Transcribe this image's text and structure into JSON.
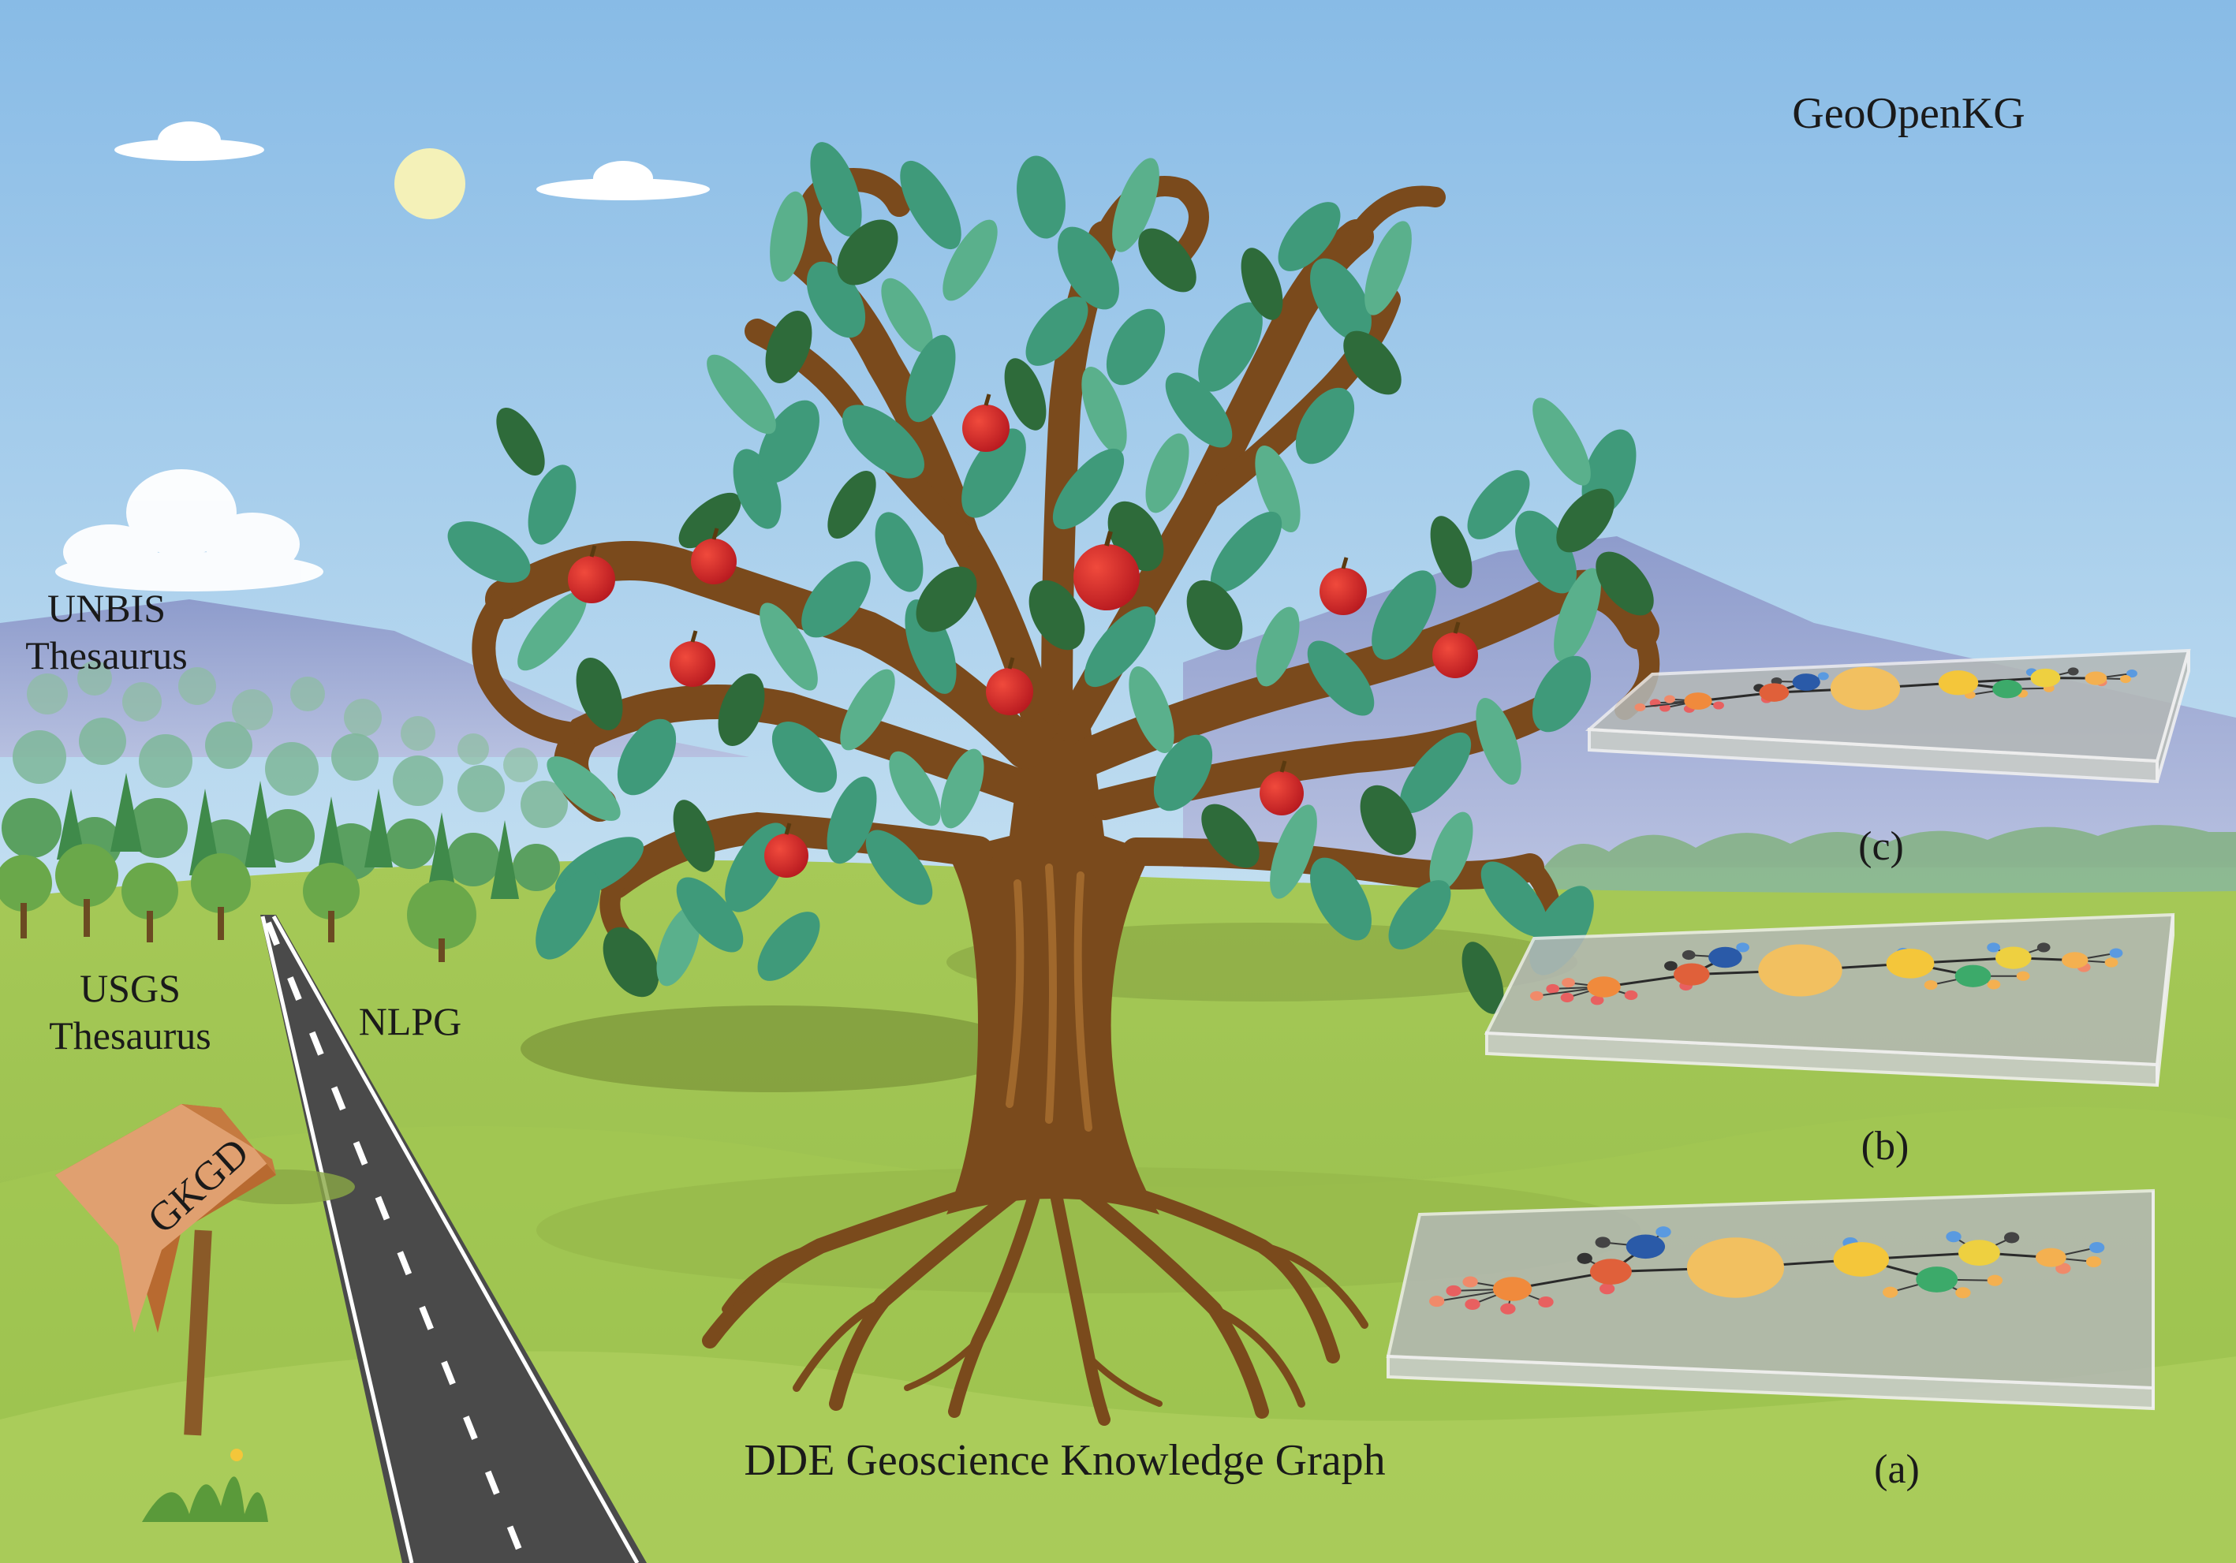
{
  "title": "GeoOpenKG",
  "labels": {
    "unbis_line1": "UNBIS",
    "unbis_line2": "Thesaurus",
    "usgs_line1": "USGS",
    "usgs_line2": "Thesaurus",
    "nlpg": "NLPG",
    "signpost": "GKGD",
    "tree": "DDE Geoscience Knowledge Graph",
    "layer_a": "(a)",
    "layer_b": "(b)",
    "layer_c": "(c)"
  },
  "colors": {
    "sky_top": "#8cbde6",
    "sky_bottom": "#d8ebf4",
    "grass": "#9cc04e",
    "grass_light": "#b3d25d",
    "trunk": "#7a4a1c",
    "leaf": "#3f9a7a",
    "leaf_dark": "#2e6b3a",
    "apple": "#d8282a",
    "road": "#4a4a4a",
    "sign": "#d8905a",
    "node_orange": "#f08a3c",
    "node_yellow": "#f4c63a",
    "node_blue": "#2a5aa8",
    "node_green": "#3caa6a",
    "node_red": "#e0603a"
  },
  "icons": [
    "sun-icon",
    "cloud-icon",
    "apple-icon",
    "signpost-icon",
    "knowledge-graph-layer-icon"
  ]
}
